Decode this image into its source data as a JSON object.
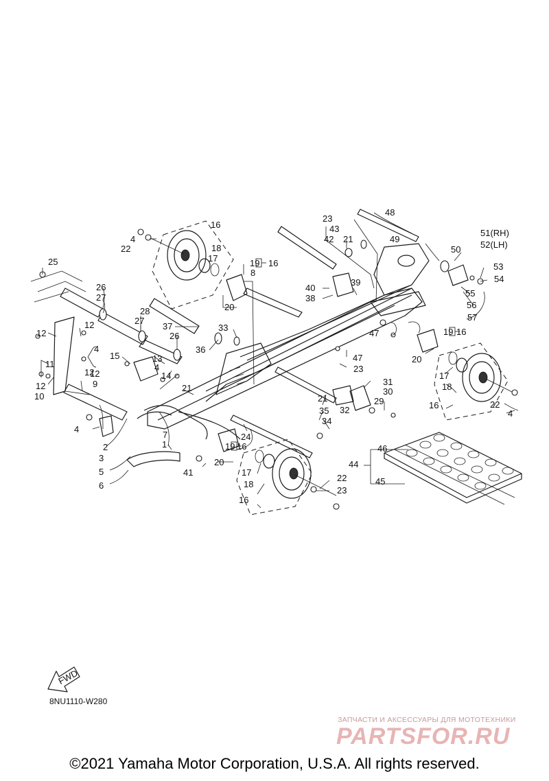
{
  "callouts": [
    {
      "id": "c1",
      "text": "1"
    },
    {
      "id": "c2",
      "text": "2"
    },
    {
      "id": "c3",
      "text": "3"
    },
    {
      "id": "c4a",
      "text": "4"
    },
    {
      "id": "c4b",
      "text": "4"
    },
    {
      "id": "c4c",
      "text": "4"
    },
    {
      "id": "c4d",
      "text": "4"
    },
    {
      "id": "c4e",
      "text": "4"
    },
    {
      "id": "c5",
      "text": "5"
    },
    {
      "id": "c6",
      "text": "6"
    },
    {
      "id": "c7",
      "text": "7"
    },
    {
      "id": "c8",
      "text": "8"
    },
    {
      "id": "c9",
      "text": "9"
    },
    {
      "id": "c10",
      "text": "10"
    },
    {
      "id": "c11",
      "text": "11"
    },
    {
      "id": "c12a",
      "text": "12"
    },
    {
      "id": "c12b",
      "text": "12"
    },
    {
      "id": "c12c",
      "text": "12"
    },
    {
      "id": "c12d",
      "text": "12"
    },
    {
      "id": "c12e",
      "text": "12"
    },
    {
      "id": "c13",
      "text": "13"
    },
    {
      "id": "c14",
      "text": "14"
    },
    {
      "id": "c15",
      "text": "15"
    },
    {
      "id": "c16a",
      "text": "16"
    },
    {
      "id": "c16b",
      "text": "16"
    },
    {
      "id": "c16c",
      "text": "16"
    },
    {
      "id": "c16d",
      "text": "16"
    },
    {
      "id": "c16e",
      "text": "16"
    },
    {
      "id": "c16f",
      "text": "16"
    },
    {
      "id": "c17a",
      "text": "17"
    },
    {
      "id": "c17b",
      "text": "17"
    },
    {
      "id": "c17c",
      "text": "17"
    },
    {
      "id": "c18a",
      "text": "18"
    },
    {
      "id": "c18b",
      "text": "18"
    },
    {
      "id": "c18c",
      "text": "18"
    },
    {
      "id": "c19a",
      "text": "19"
    },
    {
      "id": "c19b",
      "text": "19"
    },
    {
      "id": "c19c",
      "text": "19"
    },
    {
      "id": "c20a",
      "text": "20"
    },
    {
      "id": "c20b",
      "text": "20"
    },
    {
      "id": "c20c",
      "text": "20"
    },
    {
      "id": "c21a",
      "text": "21"
    },
    {
      "id": "c21b",
      "text": "21"
    },
    {
      "id": "c21c",
      "text": "21"
    },
    {
      "id": "c22a",
      "text": "22"
    },
    {
      "id": "c22b",
      "text": "22"
    },
    {
      "id": "c22c",
      "text": "22"
    },
    {
      "id": "c23a",
      "text": "23"
    },
    {
      "id": "c23b",
      "text": "23"
    },
    {
      "id": "c23c",
      "text": "23"
    },
    {
      "id": "c24",
      "text": "24"
    },
    {
      "id": "c25",
      "text": "25"
    },
    {
      "id": "c26a",
      "text": "26"
    },
    {
      "id": "c26b",
      "text": "26"
    },
    {
      "id": "c27a",
      "text": "27"
    },
    {
      "id": "c27b",
      "text": "27"
    },
    {
      "id": "c28",
      "text": "28"
    },
    {
      "id": "c29",
      "text": "29"
    },
    {
      "id": "c30",
      "text": "30"
    },
    {
      "id": "c31",
      "text": "31"
    },
    {
      "id": "c32",
      "text": "32"
    },
    {
      "id": "c33",
      "text": "33"
    },
    {
      "id": "c34",
      "text": "34"
    },
    {
      "id": "c35",
      "text": "35"
    },
    {
      "id": "c36",
      "text": "36"
    },
    {
      "id": "c37",
      "text": "37"
    },
    {
      "id": "c38",
      "text": "38"
    },
    {
      "id": "c39",
      "text": "39"
    },
    {
      "id": "c40",
      "text": "40"
    },
    {
      "id": "c41",
      "text": "41"
    },
    {
      "id": "c42",
      "text": "42"
    },
    {
      "id": "c43",
      "text": "43"
    },
    {
      "id": "c44",
      "text": "44"
    },
    {
      "id": "c45",
      "text": "45"
    },
    {
      "id": "c46",
      "text": "46"
    },
    {
      "id": "c47a",
      "text": "47"
    },
    {
      "id": "c47b",
      "text": "47"
    },
    {
      "id": "c48",
      "text": "48"
    },
    {
      "id": "c49",
      "text": "49"
    },
    {
      "id": "c50",
      "text": "50"
    },
    {
      "id": "c51",
      "text": "51(RH)"
    },
    {
      "id": "c52",
      "text": "52(LH)"
    },
    {
      "id": "c53",
      "text": "53"
    },
    {
      "id": "c54",
      "text": "54"
    },
    {
      "id": "c55",
      "text": "55"
    },
    {
      "id": "c56",
      "text": "56"
    },
    {
      "id": "c57",
      "text": "57"
    }
  ],
  "fwd_label": "FWD",
  "diagram_code": "8NU1110-W280",
  "watermark": {
    "tagline": "ЗАПЧАСТИ И АКСЕССУАРЫ ДЛЯ МОТОТЕХНИКИ",
    "brand": "PARTSFOR.RU"
  },
  "copyright": "©2021 Yamaha Motor Corporation, U.S.A. All rights reserved."
}
